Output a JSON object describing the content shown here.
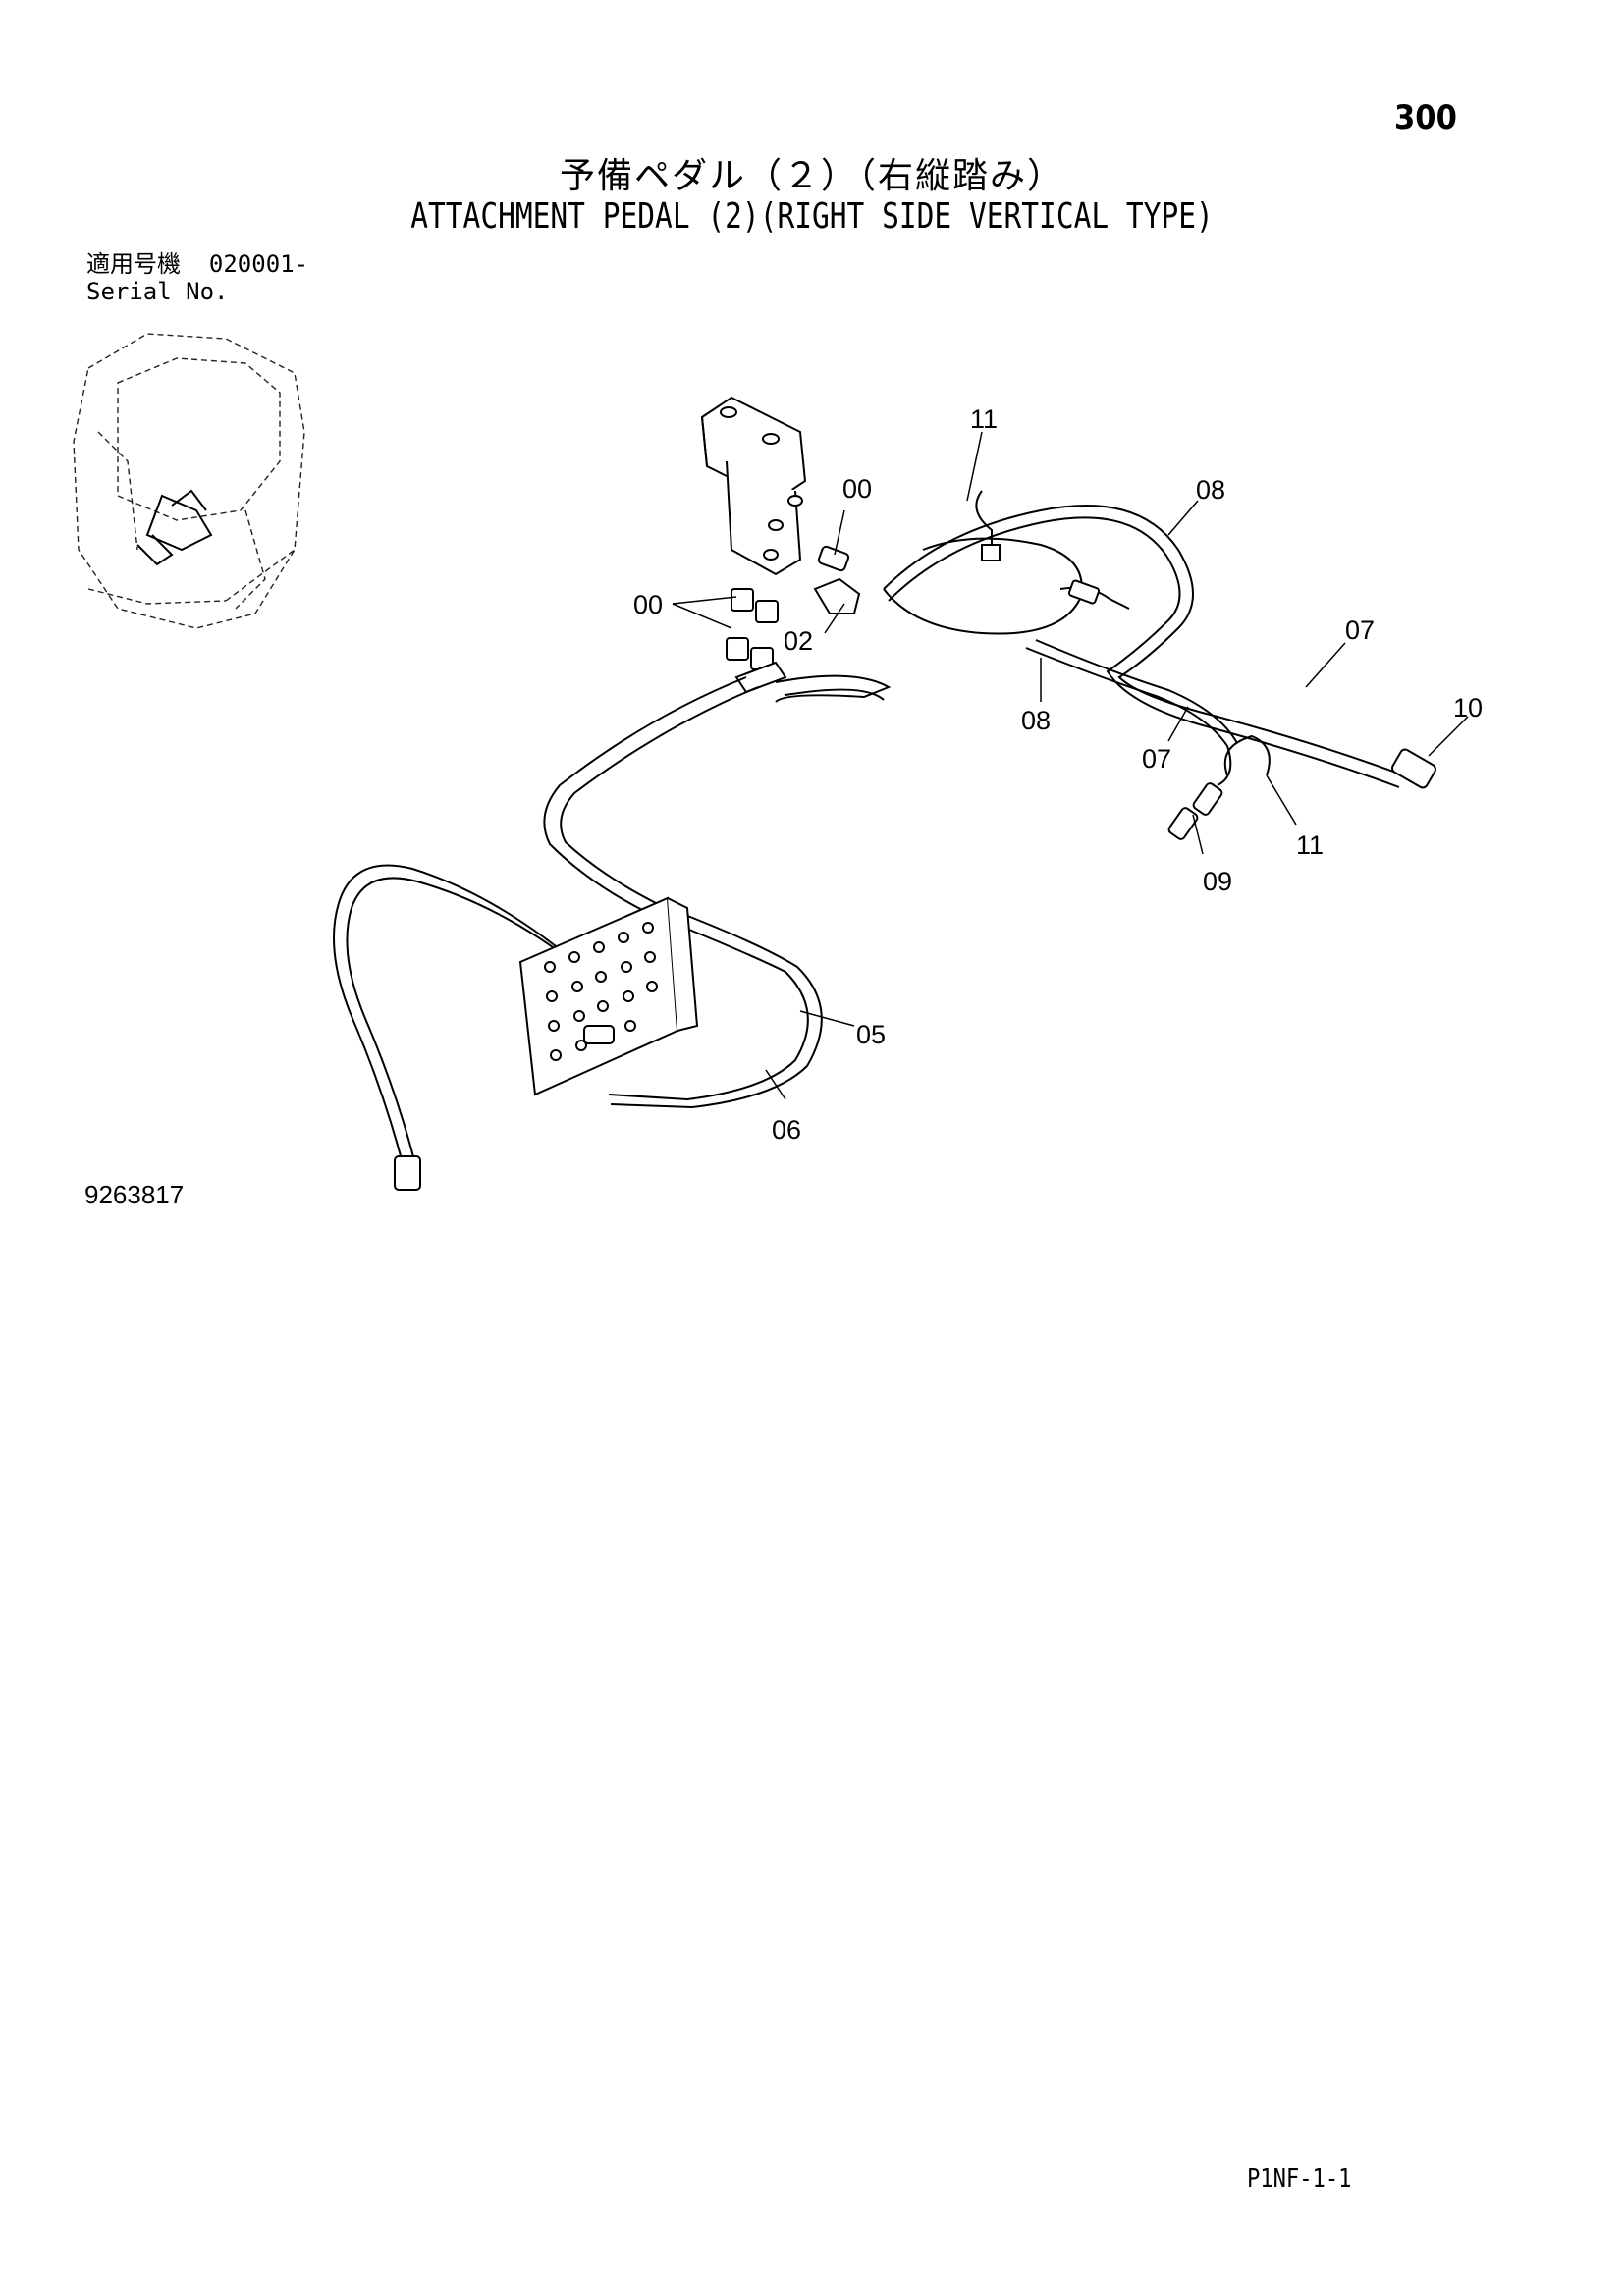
{
  "header": {
    "page_number": "300",
    "title_jp": "予備ペダル（２）（右縦踏み）",
    "title_en": "ATTACHMENT PEDAL (2)(RIGHT SIDE VERTICAL TYPE)"
  },
  "serial": {
    "label_jp": "適用号機",
    "number": "020001-",
    "label_en": "Serial No."
  },
  "figure_number": "9263817",
  "footer_code": "P1NF-1-1",
  "callouts": {
    "c11_top": "11",
    "c00_right": "00",
    "c08_top": "08",
    "c00_left": "00",
    "c02": "02",
    "c07_right": "07",
    "c10": "10",
    "c08_mid": "08",
    "c07_mid": "07",
    "c11_bottom": "11",
    "c09": "09",
    "c05": "05",
    "c06": "06"
  }
}
